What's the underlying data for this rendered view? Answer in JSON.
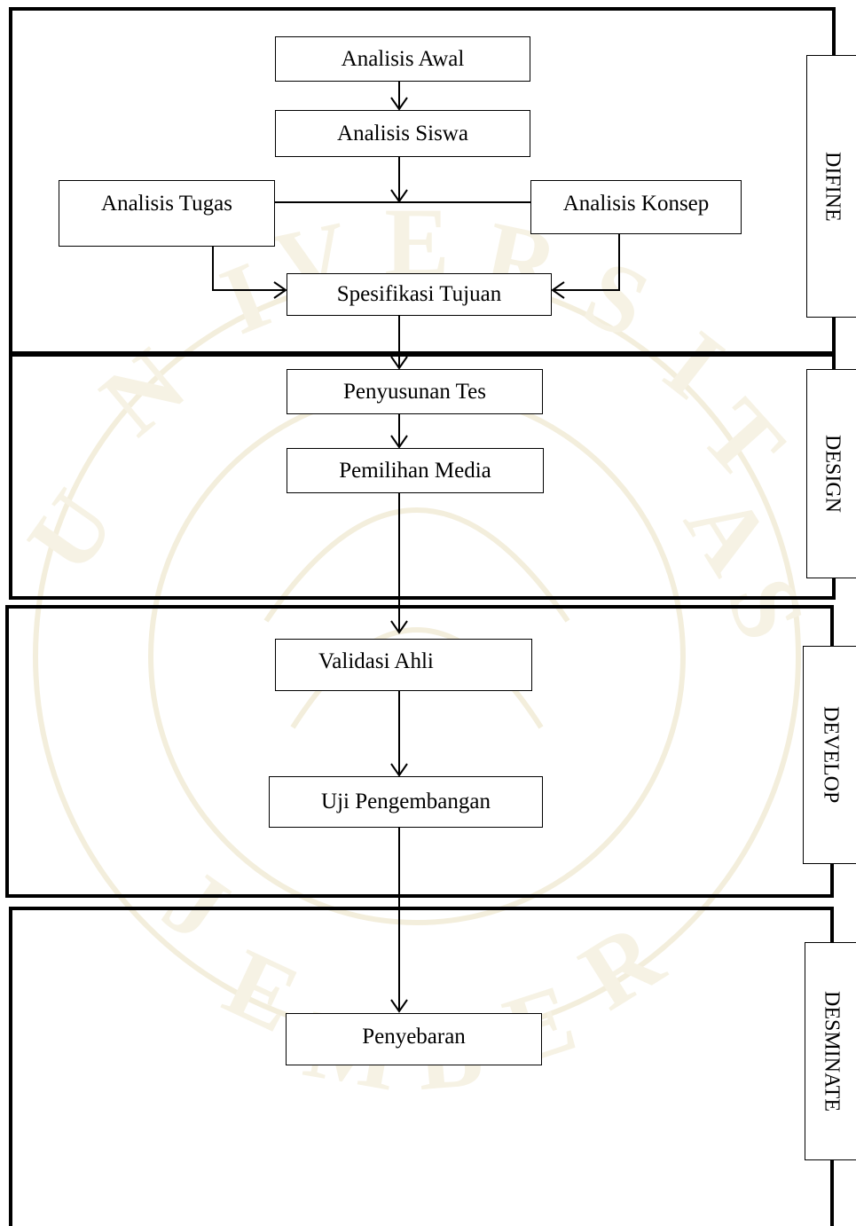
{
  "phases": {
    "define": "DIFINE",
    "design": "DESIGN",
    "develop": "DEVELOP",
    "disseminate": "DESMINATE"
  },
  "steps": {
    "analisis_awal": "Analisis Awal",
    "analisis_siswa": "Analisis Siswa",
    "analisis_tugas": "Analisis Tugas",
    "analisis_konsep": "Analisis Konsep",
    "spesifikasi_tujuan": "Spesifikasi Tujuan",
    "penyusunan_tes": "Penyusunan Tes",
    "pemilihan_media": "Pemilihan Media",
    "validasi_ahli": "Validasi Ahli",
    "uji_pengembangan": "Uji Pengembangan",
    "penyebaran": "Penyebaran"
  },
  "watermark_text": "UNIVERSITAS JEMBER"
}
